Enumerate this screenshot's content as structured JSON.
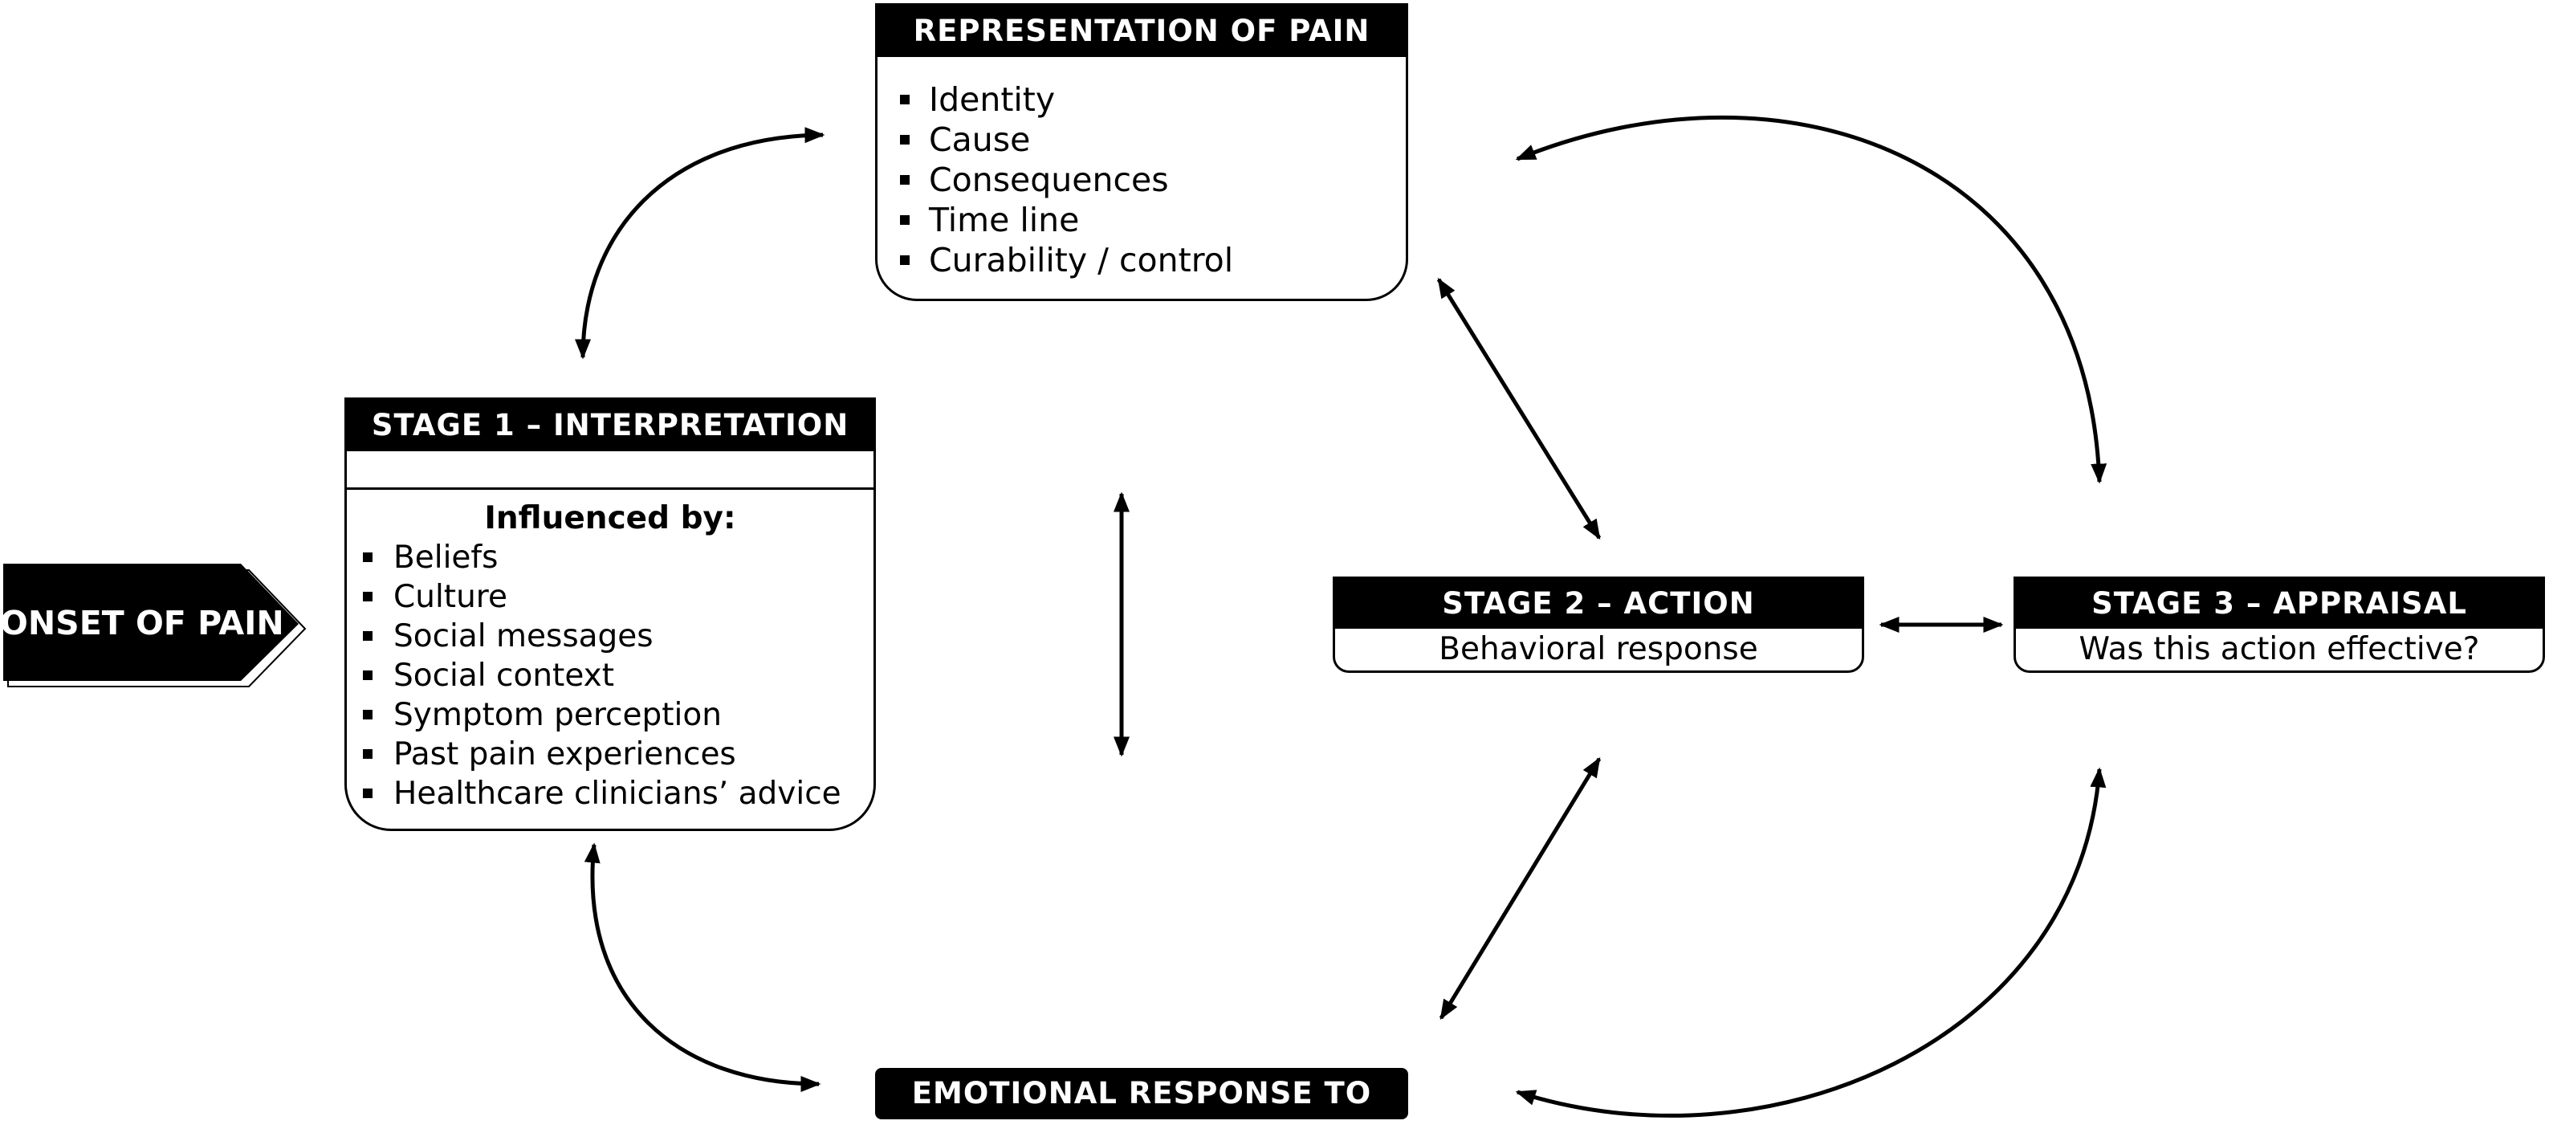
{
  "onset": {
    "label": "ONSET OF PAIN"
  },
  "representation": {
    "title": "REPRESENTATION OF  PAIN",
    "items": [
      "Identity",
      "Cause",
      "Consequences",
      "Time line",
      "Curability / control"
    ]
  },
  "stage1": {
    "title": "STAGE 1 – INTERPRETATION",
    "influenced_label": "Influenced by:",
    "items": [
      "Beliefs",
      "Culture",
      "Social messages",
      "Social context",
      "Symptom perception",
      "Past pain experiences",
      "Healthcare clinicians’ advice"
    ]
  },
  "stage2": {
    "title": "STAGE 2 – ACTION",
    "subtitle": "Behavioral response"
  },
  "stage3": {
    "title": "STAGE 3 – APPRAISAL",
    "subtitle": "Was this action effective?"
  },
  "emotion": {
    "title": "EMOTIONAL RESPONSE TO PAIN"
  },
  "colors": {
    "ink": "#000000",
    "background": "#ffffff"
  }
}
